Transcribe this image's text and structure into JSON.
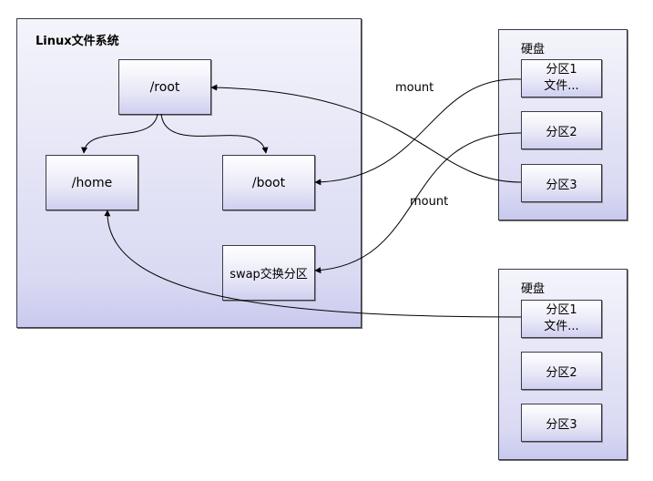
{
  "filesystem": {
    "title": "Linux文件系统",
    "nodes": {
      "root": "/root",
      "home": "/home",
      "boot": "/boot",
      "swap": "swap交换分区"
    }
  },
  "disk1": {
    "title": "硬盘",
    "partitions": [
      {
        "line1": "分区1",
        "line2": "文件..."
      },
      {
        "line1": "分区2"
      },
      {
        "line1": "分区3"
      }
    ]
  },
  "disk2": {
    "title": "硬盘",
    "partitions": [
      {
        "line1": "分区1",
        "line2": "文件..."
      },
      {
        "line1": "分区2"
      },
      {
        "line1": "分区3"
      }
    ]
  },
  "edge_labels": [
    "mount",
    "mount"
  ],
  "colors": {
    "node_border": "#3b3b4a",
    "node_fill_bottom": "#cfcff0",
    "edge": "#000000"
  }
}
